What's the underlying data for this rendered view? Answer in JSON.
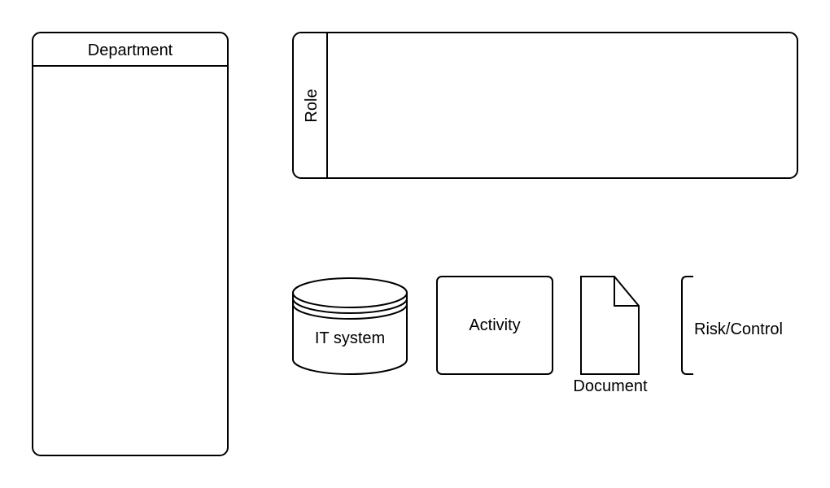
{
  "shapes": {
    "department": {
      "label": "Department"
    },
    "role": {
      "label": "Role"
    },
    "it_system": {
      "label": "IT system"
    },
    "activity": {
      "label": "Activity"
    },
    "document": {
      "label": "Document"
    },
    "risk_control": {
      "label": "Risk/Control"
    }
  },
  "colors": {
    "stroke": "#000000",
    "fill": "#ffffff"
  }
}
